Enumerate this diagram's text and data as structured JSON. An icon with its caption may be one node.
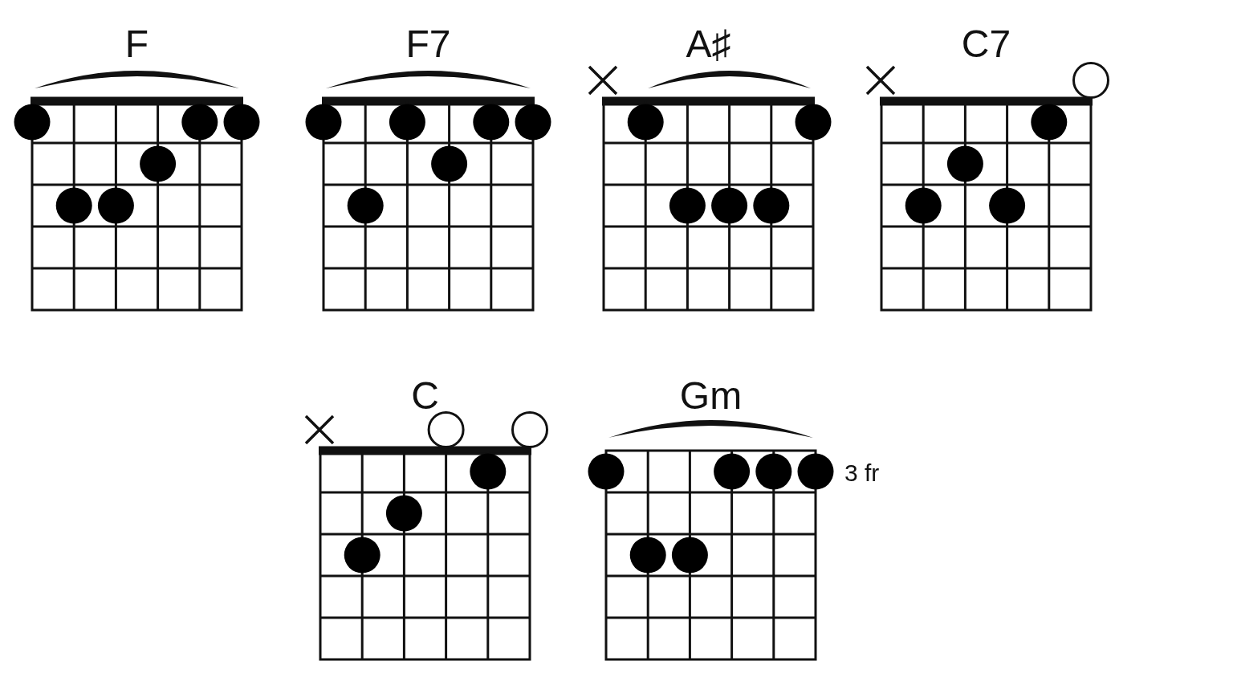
{
  "diagram": {
    "nodes": [
      {
        "text": [
          "F"
        ]
      },
      {
        "text": [
          "F7"
        ]
      },
      {
        "text": [
          "A♯"
        ]
      },
      {
        "text": [
          "C7"
        ]
      },
      {
        "text": [
          "C"
        ]
      },
      {
        "text": [
          "Gm"
        ],
        "beside": [
          "3 fr"
        ]
      }
    ]
  }
}
